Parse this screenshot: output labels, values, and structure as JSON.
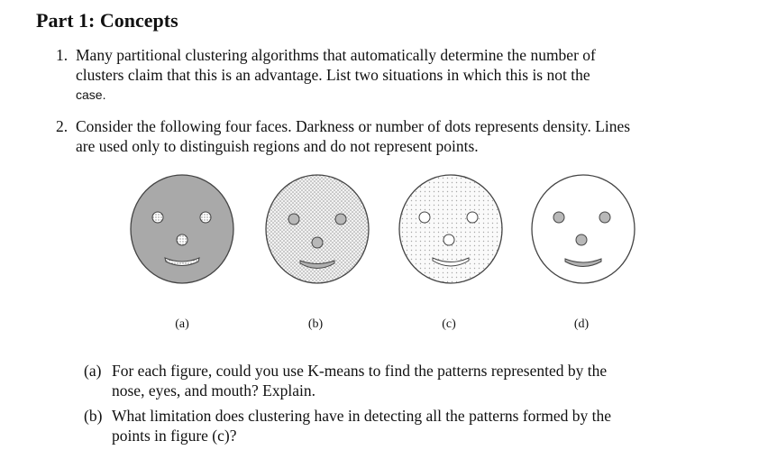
{
  "heading": "Part 1: Concepts",
  "questions": [
    {
      "number": "1.",
      "lines": [
        "Many partitional clustering algorithms that automatically determine the number of",
        "clusters claim that this is an advantage. List two situations in which this is not the"
      ],
      "tail": "case."
    },
    {
      "number": "2.",
      "lines": [
        "Consider the following four faces. Darkness or number of dots represents density. Lines",
        "are used only to distinguish regions and do not represent points."
      ]
    }
  ],
  "faces": [
    {
      "label": "(a)",
      "fill": "dark-gray"
    },
    {
      "label": "(b)",
      "fill": "dotted-light"
    },
    {
      "label": "(c)",
      "fill": "dotted-sparse"
    },
    {
      "label": "(d)",
      "fill": "white"
    }
  ],
  "subquestions": [
    {
      "label": "(a)",
      "lines": [
        "For each figure, could you use K-means to find the patterns represented by the",
        "nose, eyes, and mouth? Explain."
      ]
    },
    {
      "label": "(b)",
      "lines": [
        "What limitation does clustering have in detecting all the patterns formed by the",
        "points in figure (c)?"
      ]
    }
  ]
}
